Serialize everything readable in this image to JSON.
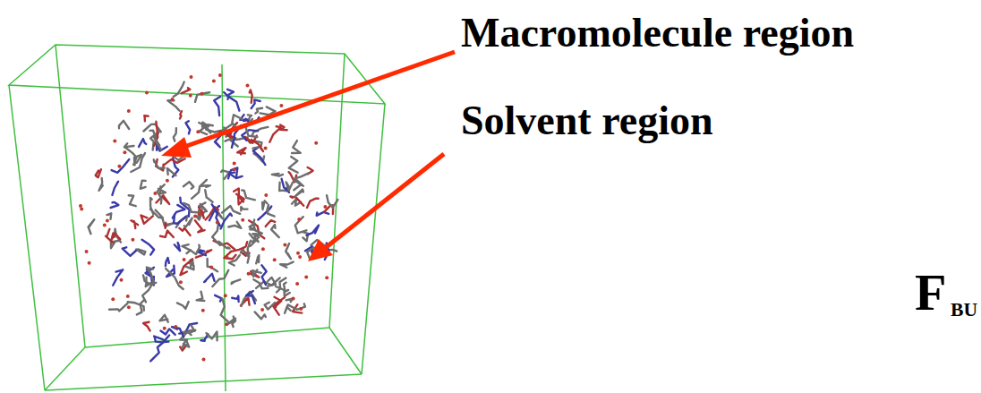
{
  "diagram": {
    "labels": [
      "Macromolecule region",
      "Solvent region",
      "F",
      "BU"
    ]
  }
}
